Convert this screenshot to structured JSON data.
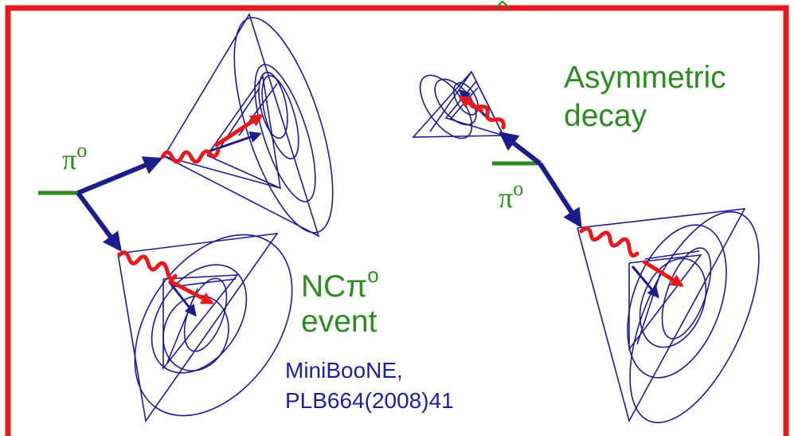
{
  "labels": {
    "pi_left": {
      "base": "π",
      "sup": "o"
    },
    "pi_right": {
      "base": "π",
      "sup": "o"
    },
    "asymmetric_line1": "Asymmetric",
    "asymmetric_line2": "decay",
    "nc_base": "NCπ",
    "nc_sup": "o",
    "event": "event",
    "ref_line1": "MiniBooNE,",
    "ref_line2": "PLB664(2008)41"
  },
  "colors": {
    "frame": "#e8191c",
    "cone": "#1c1c8c",
    "momentum_arrow": "#1c1c8c",
    "photon": "#e8191c",
    "pion_track": "#2e8b23",
    "label_green": "#2e8b23",
    "label_blue": "#1f1f9c"
  },
  "icons": {
    "photon": "wavy-line",
    "electron": "red-arrow",
    "pion": "green-bar",
    "ring": "cherenkov-cone"
  }
}
